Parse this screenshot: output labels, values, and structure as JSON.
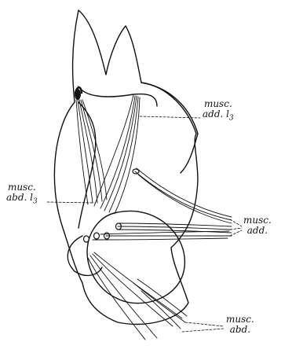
{
  "labels": {
    "adductor_l3": {
      "line1": "musc.",
      "line2": "add. l",
      "sub": "3"
    },
    "abductor_l3": {
      "line1": "musc.",
      "line2": "abd. l",
      "sub": "3"
    },
    "adductor": {
      "line1": "musc.",
      "line2": "add."
    },
    "abductor": {
      "line1": "musc.",
      "line2": "abd."
    }
  },
  "colors": {
    "ink": "#111111",
    "paper": "#ffffff"
  }
}
